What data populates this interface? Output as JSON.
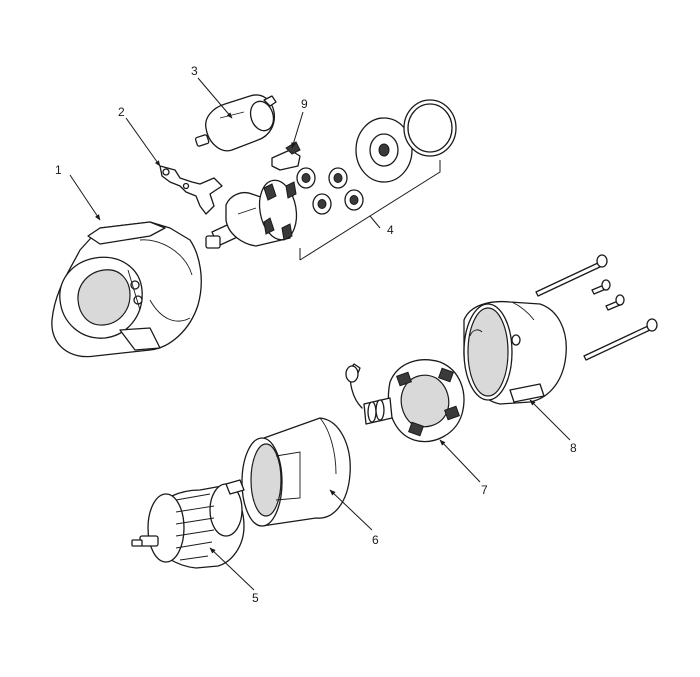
{
  "callouts": [
    {
      "id": "1",
      "text": "1"
    },
    {
      "id": "2",
      "text": "2"
    },
    {
      "id": "3",
      "text": "3"
    },
    {
      "id": "4",
      "text": "4"
    },
    {
      "id": "5",
      "text": "5"
    },
    {
      "id": "6",
      "text": "6"
    },
    {
      "id": "7",
      "text": "7"
    },
    {
      "id": "8",
      "text": "8"
    },
    {
      "id": "9",
      "text": "9"
    }
  ],
  "colors": {
    "line": "#1a1a1a",
    "fill": "#ffffff",
    "shade": "#d9d9d9",
    "background": "#ffffff"
  }
}
